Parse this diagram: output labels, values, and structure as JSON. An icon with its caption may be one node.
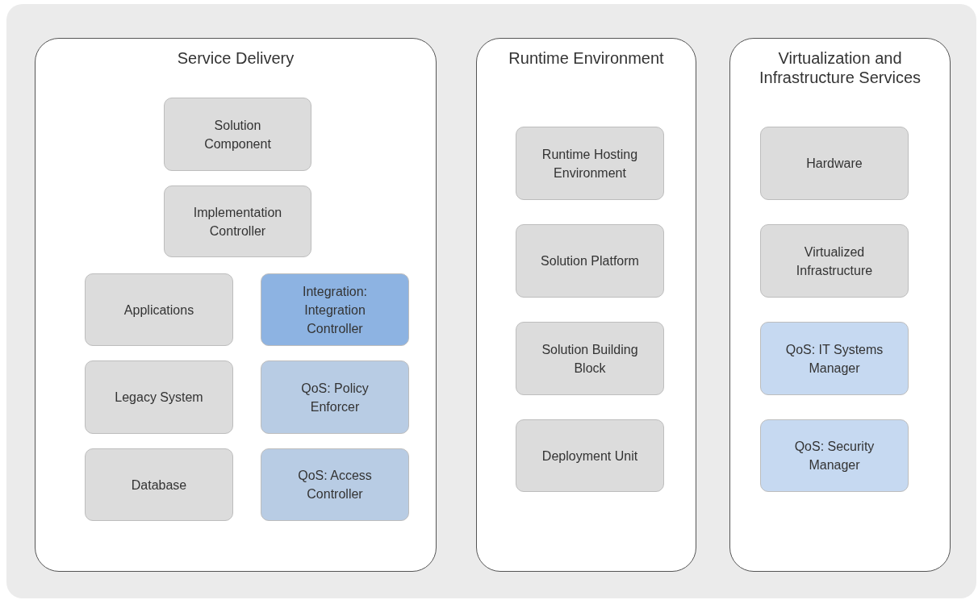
{
  "diagram": {
    "nodes": [
      {
        "text": [
          "Service Delivery"
        ]
      },
      {
        "text": [
          "Solution Component"
        ],
        "in": 0
      },
      {
        "text": [
          "Implementation Controller"
        ],
        "in": 0
      },
      {
        "text": [
          "Applications"
        ],
        "in": 0
      },
      {
        "text": [
          "Integration: Integration Controller"
        ],
        "in": 0
      },
      {
        "text": [
          "Legacy System"
        ],
        "in": 0
      },
      {
        "text": [
          "QoS: Policy Enforcer"
        ],
        "in": 0
      },
      {
        "text": [
          "Database"
        ],
        "in": 0
      },
      {
        "text": [
          "QoS: Access Controller"
        ],
        "in": 0
      },
      {
        "text": [
          "Runtime Environment"
        ]
      },
      {
        "text": [
          "Runtime Hosting Environment"
        ],
        "in": 9
      },
      {
        "text": [
          "Solution Platform"
        ],
        "in": 9
      },
      {
        "text": [
          "Solution Building Block"
        ],
        "in": 9
      },
      {
        "text": [
          "Deployment Unit"
        ],
        "in": 9
      },
      {
        "text": [
          "Virtualization and Infrastructure Services"
        ]
      },
      {
        "text": [
          "Hardware"
        ],
        "in": 14
      },
      {
        "text": [
          "Virtualized Infrastructure"
        ],
        "in": 14
      },
      {
        "text": [
          "QoS: IT Systems Manager"
        ],
        "in": 14
      },
      {
        "text": [
          "QoS: Security Manager"
        ],
        "in": 14
      }
    ],
    "edges": []
  }
}
